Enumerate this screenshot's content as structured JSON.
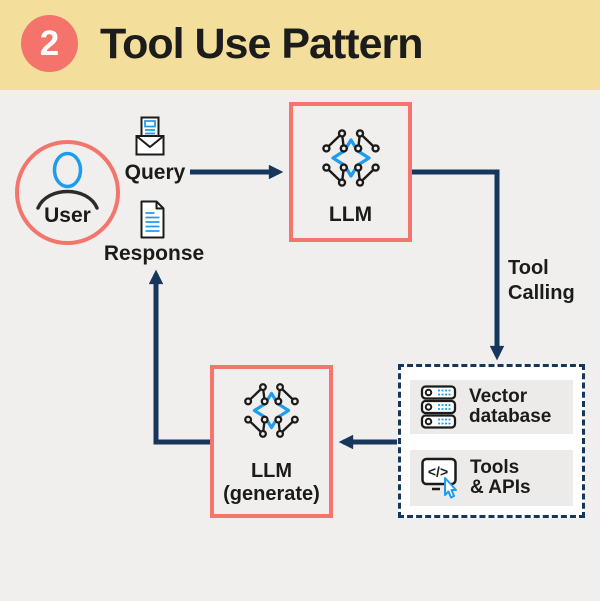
{
  "header": {
    "badge": "2",
    "title": "Tool Use Pattern"
  },
  "diagram": {
    "user": {
      "label": "User",
      "icon": "person-icon"
    },
    "query": {
      "label": "Query",
      "icon": "open-envelope-letter-icon"
    },
    "response": {
      "label": "Response",
      "icon": "document-icon"
    },
    "llm": {
      "label": "LLM",
      "icon": "neural-network-icon"
    },
    "tool_calling": {
      "line1": "Tool",
      "line2": "Calling"
    },
    "toolbox": {
      "vector_db": {
        "line1": "Vector",
        "line2": "database",
        "icon": "server-stack-icon"
      },
      "tools_apis": {
        "line1": "Tools",
        "line2": "& APIs",
        "icon": "code-monitor-cursor-icon",
        "icon_glyph": "</>"
      }
    },
    "llm_generate": {
      "line1": "LLM",
      "line2": "(generate)",
      "icon": "neural-network-icon"
    }
  },
  "colors": {
    "header_bg": "#F3DF9B",
    "canvas_bg": "#F0EFED",
    "coral": "#F4756C",
    "navy": "#16365C",
    "blue": "#1E9CF0",
    "card_bg": "#ECEBE9",
    "toolbox_bg": "#FFFFFF",
    "ink": "#1B1B1B",
    "badge_text": "#FFFFFF"
  }
}
